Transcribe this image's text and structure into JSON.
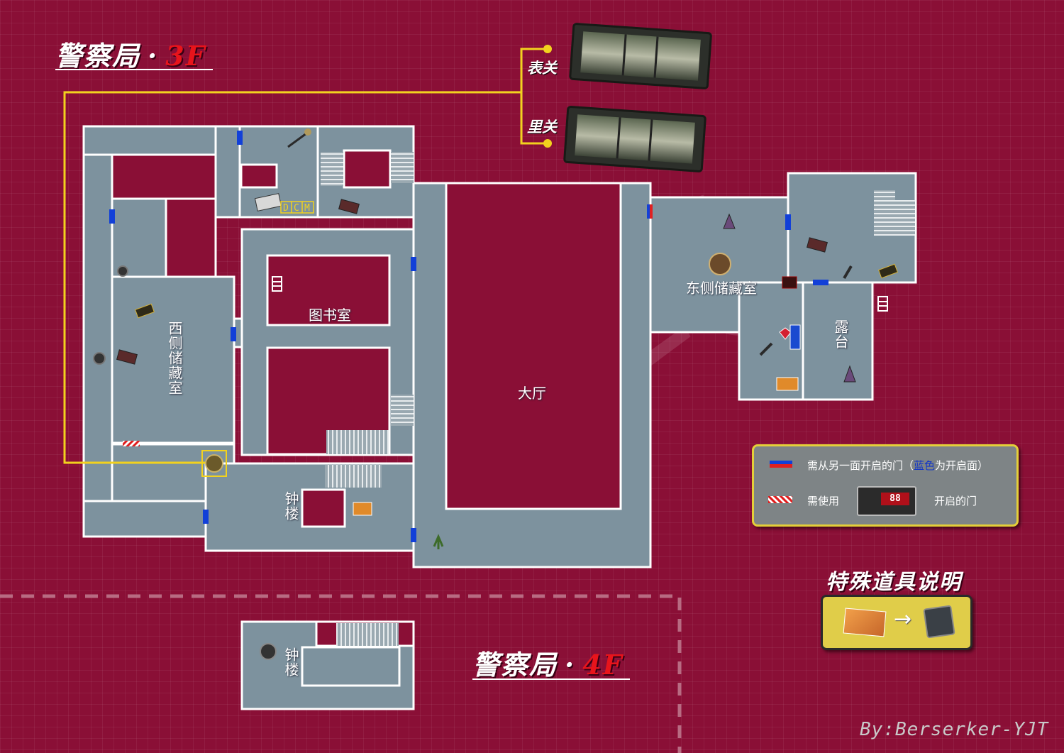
{
  "floors": {
    "f3": {
      "title": "警察局",
      "separator": "·",
      "floor": "3F"
    },
    "f4": {
      "title": "警察局",
      "separator": "·",
      "floor": "4F"
    }
  },
  "rooms": {
    "west_storage": "西侧储藏室",
    "library": "图书室",
    "main_hall": "大厅",
    "east_storage": "东侧储藏室",
    "terrace": "露台",
    "clock_tower_3f": "钟楼",
    "clock_tower_4f": "钟楼"
  },
  "connections": {
    "front": "表关",
    "back": "里关"
  },
  "legend": {
    "blue_door": {
      "prefix": "需从另一面开启的门（",
      "accent": "蓝色",
      "suffix": "为开启面）"
    },
    "red_door": {
      "before": "需使用",
      "after": "开启的门"
    },
    "device_display": "88"
  },
  "dcm_labels": [
    "D",
    "C",
    "M"
  ],
  "special_items": {
    "title": "特殊道具说明",
    "arrow": "→"
  },
  "credit": "By:Berserker-YJT",
  "colors": {
    "background": "#8a0f36",
    "room_fill": "#7d929e",
    "wall": "#ffffff",
    "route": "#f2d21e",
    "door_blue": "#1240d8",
    "door_red": "#e02020",
    "legend_border": "#e4cf39"
  },
  "icons": [
    "stairs-icon",
    "ladder-icon",
    "key-icon",
    "gear-icon",
    "herb-icon",
    "ammo-icon",
    "medallion-icon",
    "typewriter-icon",
    "chest-icon"
  ]
}
